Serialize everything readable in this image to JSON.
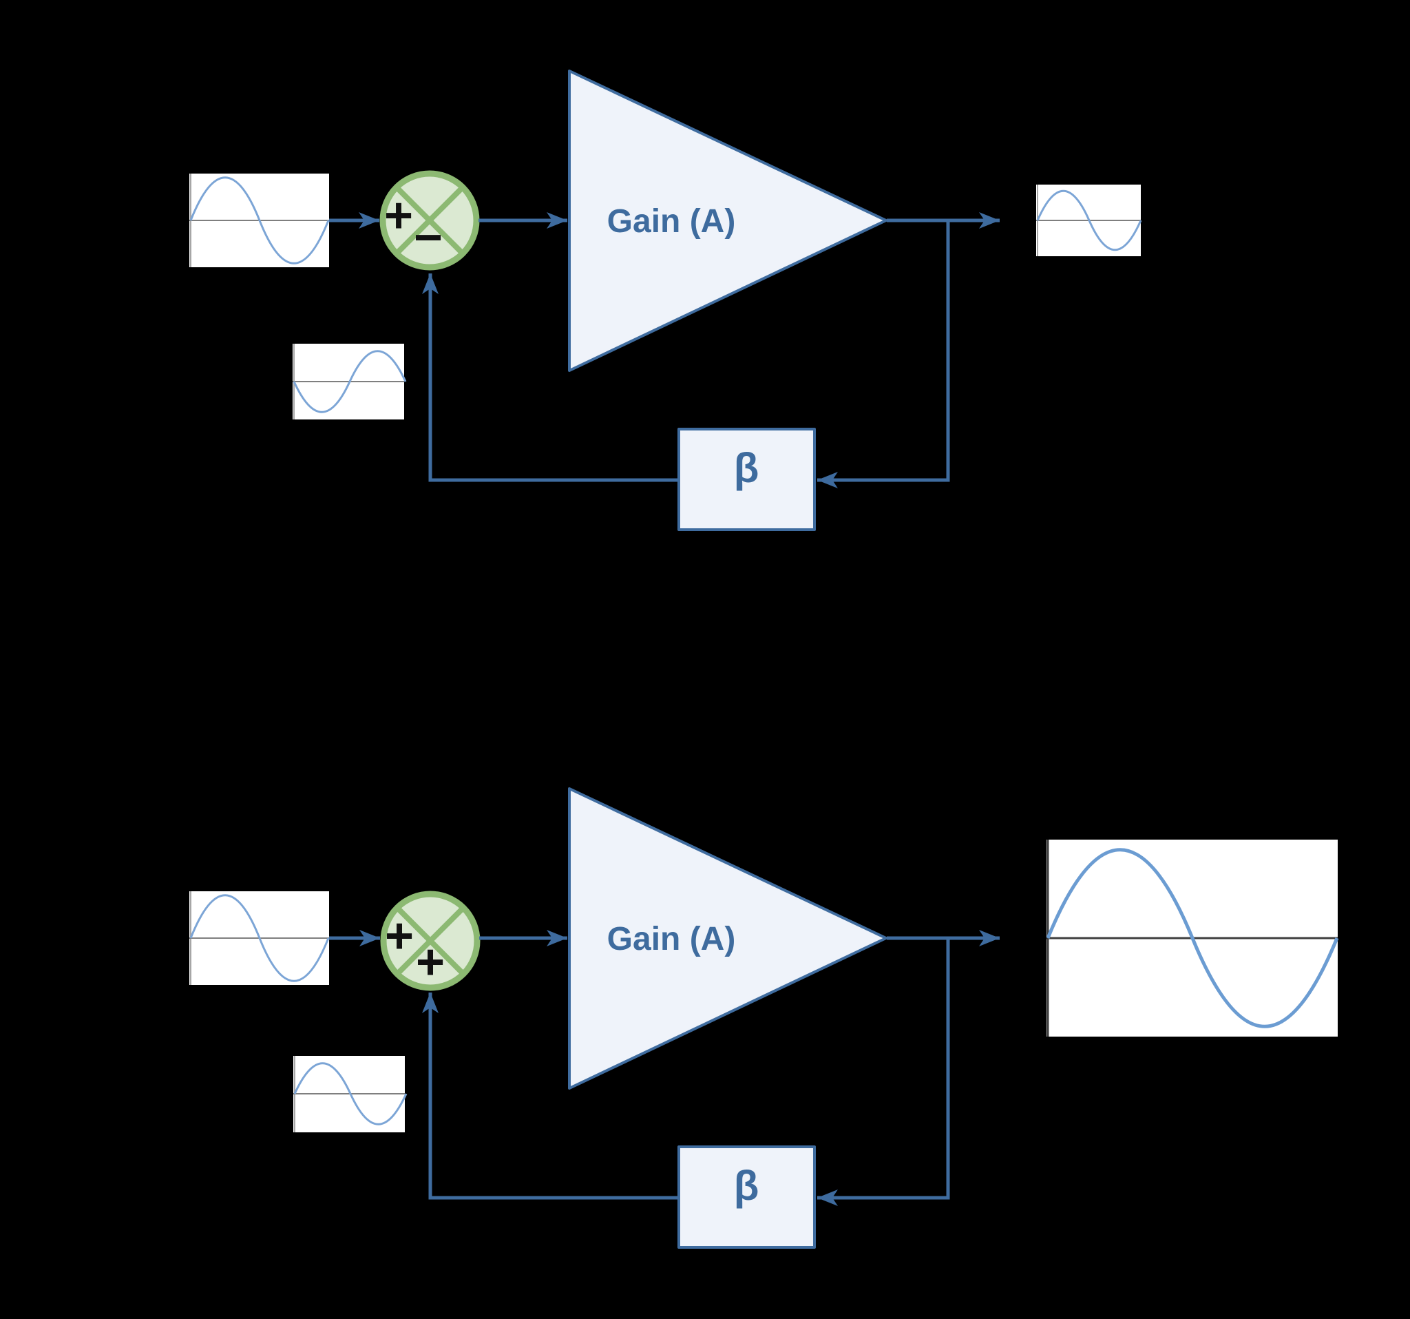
{
  "background_color": "#000000",
  "palette": {
    "connector_blue": "#3F6C9F",
    "arrowhead_blue": "#3E6B9E",
    "block_fill": "#EFF3FA",
    "block_stroke": "#3F6C9F",
    "label_blue": "#3E6B9E",
    "junction_fill_green": "#DBE9D2",
    "junction_stroke_green": "#8CB972",
    "sine_blue": "#7CA5D6",
    "sine_blue_bold": "#6B9CD2",
    "midline_gray": "#7F7F7F",
    "midline_dark": "#3F3F3F",
    "sign_black": "#111111"
  },
  "diagrams": [
    {
      "id": "negative-feedback",
      "amplifier": {
        "label": "Gain (A)",
        "shape": "triangle"
      },
      "feedback_block": {
        "label": "β",
        "shape": "rectangle"
      },
      "summing_junction": {
        "top_sign": "+",
        "bottom_sign": "−",
        "icon": "crossed-circle"
      },
      "waveforms": {
        "input": {
          "shape": "sine",
          "cycles": 1,
          "phase": "in-phase",
          "size": "medium"
        },
        "feedback": {
          "shape": "sine",
          "cycles": 1,
          "phase": "inverted",
          "size": "small"
        },
        "output": {
          "shape": "sine",
          "cycles": 1,
          "phase": "in-phase",
          "size": "small"
        }
      }
    },
    {
      "id": "positive-feedback",
      "amplifier": {
        "label": "Gain (A)",
        "shape": "triangle"
      },
      "feedback_block": {
        "label": "β",
        "shape": "rectangle"
      },
      "summing_junction": {
        "top_sign": "+",
        "bottom_sign": "+",
        "icon": "crossed-circle"
      },
      "waveforms": {
        "input": {
          "shape": "sine",
          "cycles": 1,
          "phase": "in-phase",
          "size": "medium"
        },
        "feedback": {
          "shape": "sine",
          "cycles": 1,
          "phase": "in-phase",
          "size": "small"
        },
        "output": {
          "shape": "sine",
          "cycles": 1,
          "phase": "in-phase",
          "size": "large"
        }
      }
    }
  ]
}
